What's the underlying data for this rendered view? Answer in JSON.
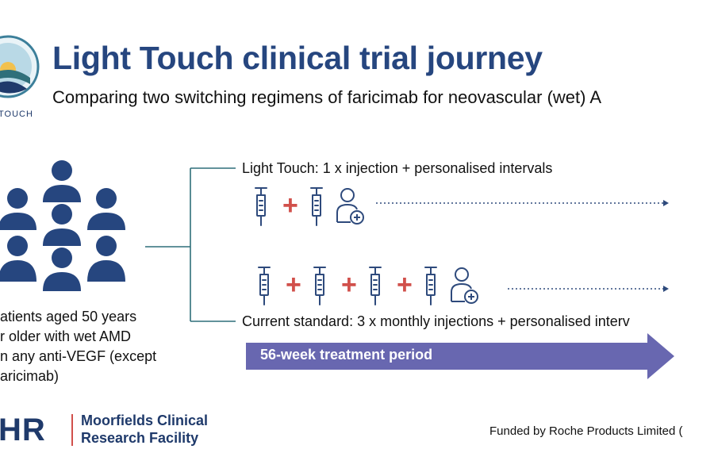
{
  "header": {
    "title": "Light Touch clinical trial journey",
    "subtitle": "Comparing two switching regimens of faricimab for neovascular (wet) A"
  },
  "logo": {
    "text": "TOUCH"
  },
  "participants": {
    "lines": [
      "atients aged 50 years",
      "r older with wet AMD",
      "n any anti-VEGF (except",
      "aricimab)"
    ]
  },
  "arms": [
    {
      "label": "Light Touch: 1 x injection + personalised intervals",
      "sequence": [
        "syringe-icon",
        "plus",
        "syringe-icon",
        "person-plus-icon"
      ]
    },
    {
      "label": "Current standard: 3 x monthly injections + personalised interv",
      "sequence": [
        "syringe-icon",
        "plus",
        "syringe-icon",
        "plus",
        "syringe-icon",
        "plus",
        "syringe-icon",
        "person-plus-icon"
      ]
    }
  ],
  "plus_symbol": "+",
  "period": {
    "label": "56-week treatment period"
  },
  "footer": {
    "nihr": "HR",
    "moorfields_line1": "Moorfields Clinical",
    "moorfields_line2": "Research Facility",
    "funding": "Funded by Roche Products Limited ("
  },
  "colors": {
    "title_blue": "#26467f",
    "icon_blue": "#2e4a7c",
    "plus_red": "#d1504b",
    "teal_line": "#2f6f7a",
    "arrow_purple": "#6867b0"
  }
}
